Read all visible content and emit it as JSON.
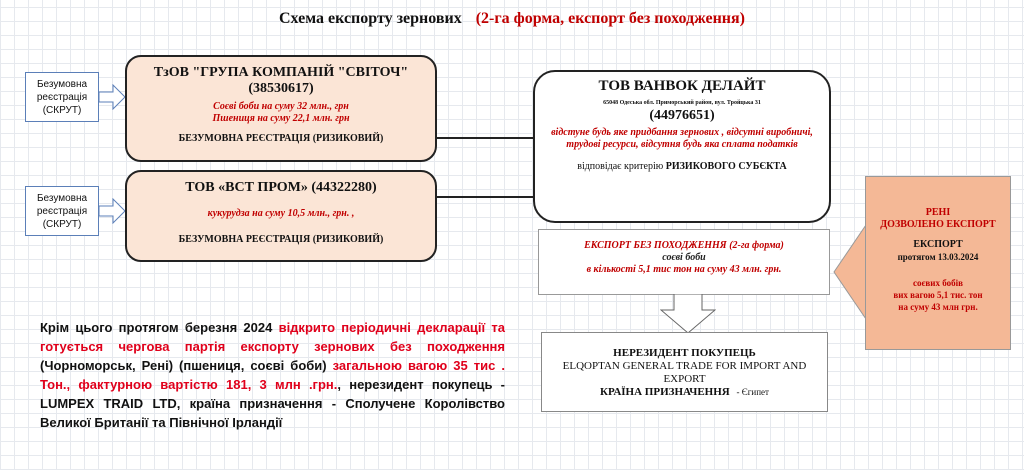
{
  "title": {
    "main": "Схема експорту  зернових",
    "sub": "(2-га форма, експорт без походження)"
  },
  "side_labels": [
    {
      "text": "Безумовна реєстрація (СКРУТ)"
    },
    {
      "text": "Безумовна реєстрація (СКРУТ)"
    }
  ],
  "company1": {
    "name": "ТзОВ  \"ГРУПА КОМПАНІЙ \"СВІТОЧ\"",
    "code": "(38530617)",
    "line1": "Соєві боби  на суму 32 млн., грн",
    "line2": "Пшениця на суму  22,1 млн. грн",
    "status": "БЕЗУМОВНА РЕЄСТРАЦІЯ (РИЗИКОВИЙ)"
  },
  "company2": {
    "name": "ТОВ «ВСТ ПРОМ» (44322280)",
    "line1": "кукурудза на суму 10,5 млн., грн. ,",
    "status": "БЕЗУМОВНА РЕЄСТРАЦІЯ (РИЗИКОВИЙ)"
  },
  "company3": {
    "name": "ТОВ ВАНВОК ДЕЛАЙТ",
    "address": "65048  Одеська обл.  Приморський район, вул. Тройцька 31",
    "code": "(44976651)",
    "note": "відстуне будь яке придбання зернових  , відсутні виробничі, трудові ресурси, відсутня будь яка сплата податків",
    "criterion_prefix": "відповідає критерію ",
    "criterion": "РИЗИКОВОГО СУБЄКТА"
  },
  "export": {
    "title": "ЕКСПОРТ БЕЗ ПОХОДЖЕННЯ (2-га форма)",
    "product": "соєві боби",
    "amount": "в кількості 5,1 тис тон  на суму 43 млн. грн."
  },
  "buyer": {
    "label": "НЕРЕЗИДЕНТ ПОКУПЕЦЬ",
    "name": "ELQOPTAN GENERAL TRADE FOR IMPORT AND EXPORT",
    "country_label": "КРАЇНА ПРИЗНАЧЕННЯ",
    "country": "   - Єгипет"
  },
  "port": {
    "name": "РЕНІ",
    "permit": "ДОЗВОЛЕНО ЕКСПОРТ",
    "export": "ЕКСПОРТ",
    "date": "протягом 13.03.2024",
    "l1": "соєвих бобів",
    "l2": "вих  вагою 5,1 тис. тон",
    "l3": "на суму  43 млн грн."
  },
  "paragraph": {
    "p1": "Крім цього протягом березня 2024 ",
    "p2": "відкрито періодичні декларації та готується чергова партія експорту зернових без походження",
    "p3": " (Чорноморськ,  Рені) (пшениця, соєві боби) ",
    "p4": "загальною вагою 35 тис . Тон., фактурною вартістю 181, 3 млн .грн.",
    "p5": ", нерезидент покупець - LUMPEX TRAID LTD, країна призначення - Сполучене Королівство Великої Британії та Північної Ірландії"
  }
}
